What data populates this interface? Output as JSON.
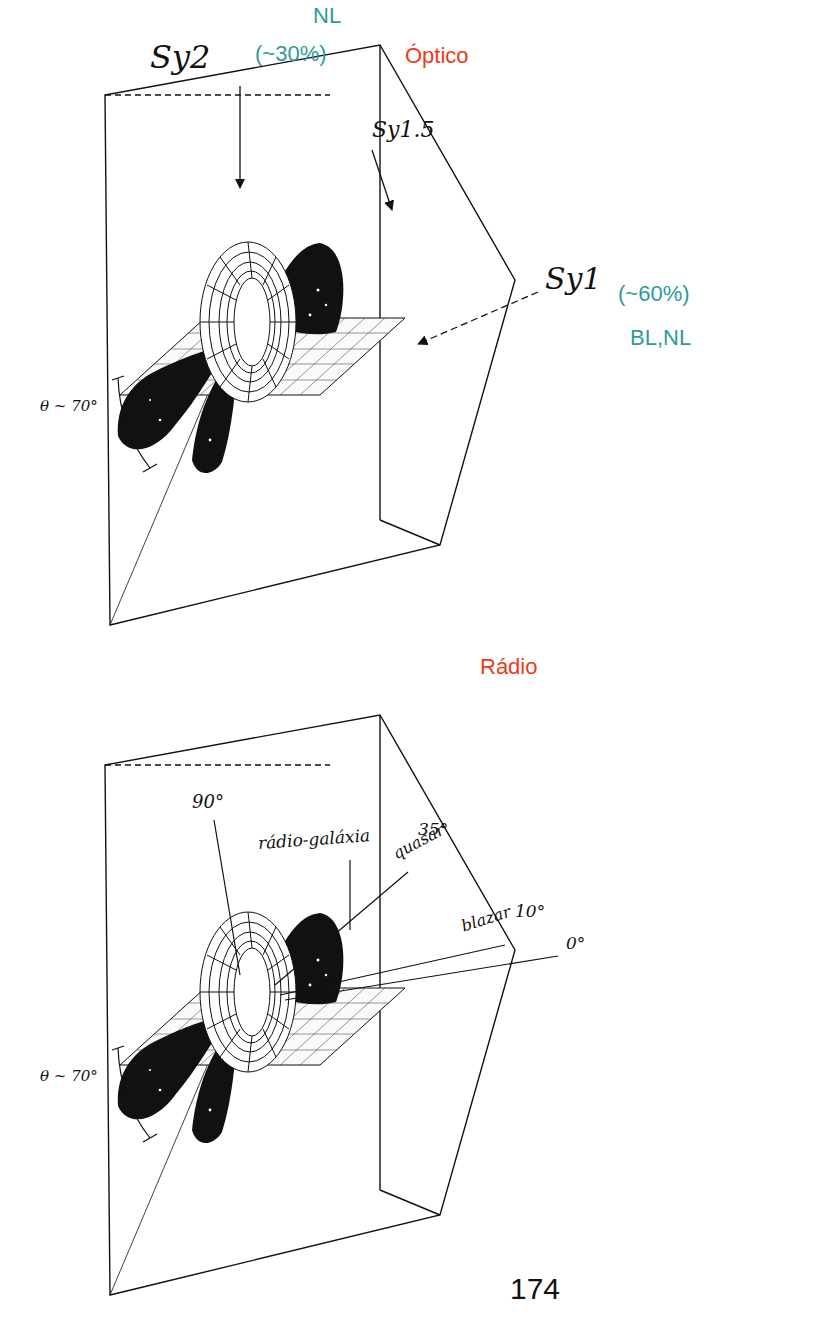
{
  "diagram": {
    "labels": [
      "NL",
      "Sy2",
      "(~30%)",
      "Óptico",
      "Sy1.5",
      "Sy1",
      "(~60%)",
      "BL,NL",
      "θ ~ 70°",
      "Rádio",
      "90°",
      "rádio-galáxia",
      "35°",
      "quasar",
      "10°",
      "blazar",
      "0°",
      "θ ~ 70°",
      "174"
    ]
  }
}
